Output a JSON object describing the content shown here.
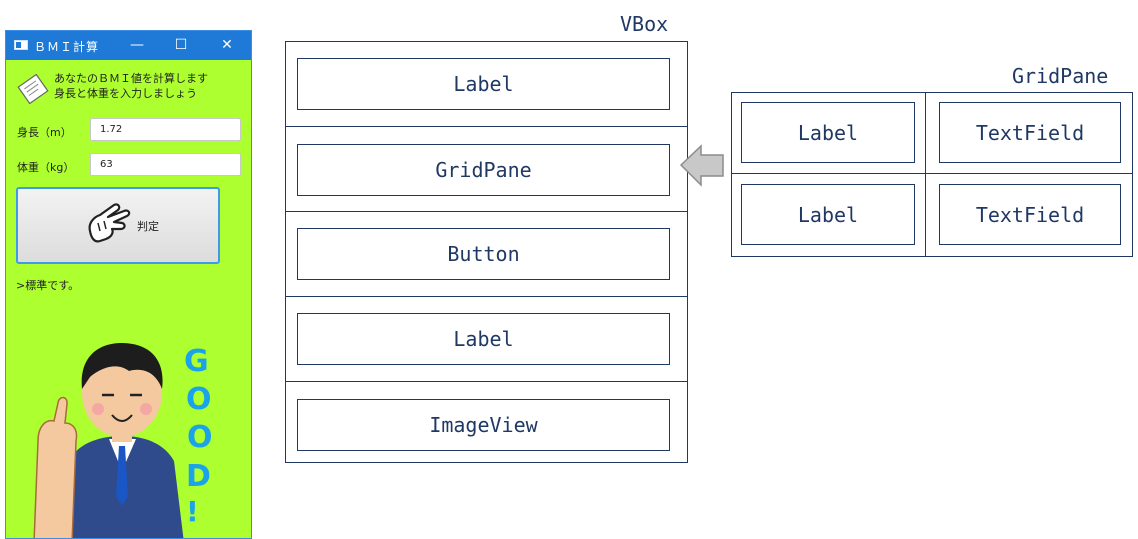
{
  "window": {
    "title": "ＢＭＩ計算",
    "minimize_glyph": "—",
    "maximize_glyph": "☐",
    "close_glyph": "✕",
    "background": "#adff2f",
    "titlebar_color": "#1e7ad6"
  },
  "form": {
    "message_line1": "あなたのＢＭＩ値を計算します",
    "message_line2": "身長と体重を入力しましょう",
    "message_icon": "paper-note-icon",
    "height_label": "身長（m）",
    "height_value": "1.72",
    "weight_label": "体重（kg）",
    "weight_value": "63",
    "judge_button_label": "判定",
    "judge_button_icon": "pointing-hand-icon",
    "result_text": ">標準です。",
    "result_image": "businessman-thumbs-up-good-image"
  },
  "diagram": {
    "vbox_title": "VBox",
    "vbox_items": [
      "Label",
      "GridPane",
      "Button",
      "Label",
      "ImageView"
    ],
    "gridpane_title": "GridPane",
    "gridpane_cells": [
      "Label",
      "TextField",
      "Label",
      "TextField"
    ],
    "line_color": "#1f3864",
    "arrow_color": "#c8c8c8"
  }
}
